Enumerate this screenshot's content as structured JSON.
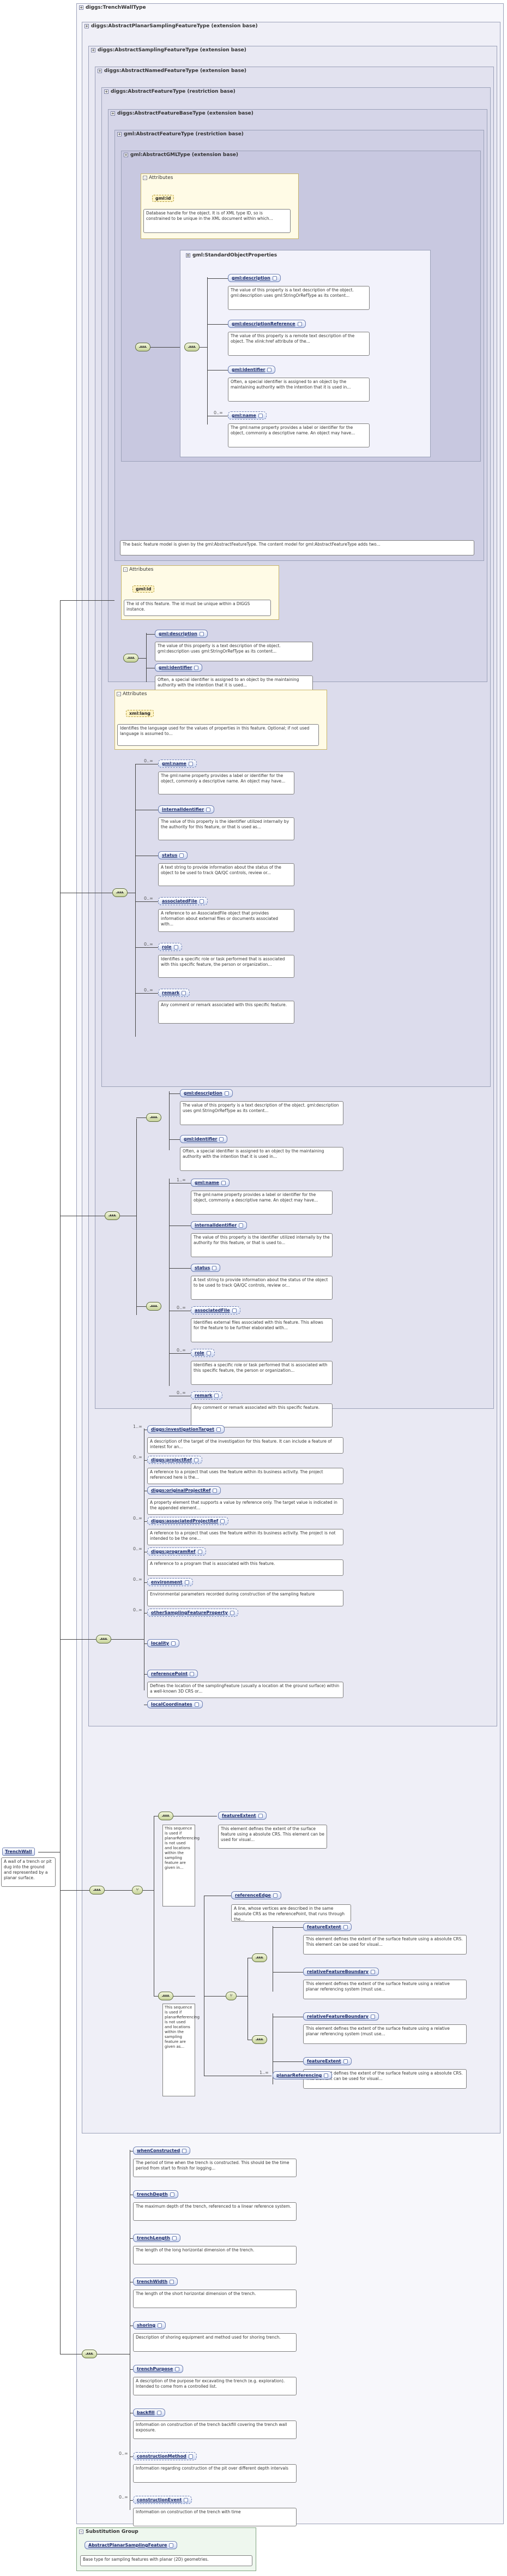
{
  "frames": {
    "trenchwall": "diggs:TrenchWallType",
    "sampling_feature": "diggs:AbstractPlanarSamplingFeatureType (extension base)",
    "sampling_feature_type": "diggs:AbstractSamplingFeatureType (extension base)",
    "named_feature": "diggs:AbstractNamedFeatureType (extension base)",
    "feature_type": "diggs:AbstractFeatureType (restriction base)",
    "feature_base": "diggs:AbstractFeatureBaseType (extension base)",
    "gml_feature": "gml:AbstractFeatureType (restriction base)",
    "gml_gml": "gml:AbstractGMLType (extension base)",
    "std_props": "gml:StandardObjectProperties"
  },
  "attributes_label": "Attributes",
  "root": {
    "name": "TrenchWall",
    "doc": "A wall of a trench or pit dug into the ground and represented by a planar surface."
  },
  "gml_attr": {
    "name": "gml:id",
    "doc": "Database handle for the object. It is of XML type ID, so is constrained to be unique in the XML document within which..."
  },
  "std": [
    {
      "name": "gml:description",
      "card": "",
      "doc": "The value of this property is a text description of the object. gml:description uses gml:StringOrRefType as its content..."
    },
    {
      "name": "gml:descriptionReference",
      "card": "",
      "doc": "The value of this property is a remote text description of the object. The xlink:href attribute of the..."
    },
    {
      "name": "gml:identifier",
      "card": "",
      "doc": "Often, a special identifier is assigned to an object by the maintaining authority with the intention that it is used in..."
    },
    {
      "name": "gml:name",
      "card": "0..∞",
      "doc": "The gml:name property provides a label or identifier for the object, commonly a descriptive name. An object may have..."
    }
  ],
  "feature_base_doc": "The basic feature model is given by the gml:AbstractFeatureType. The content model for gml:AbstractFeatureType adds two...",
  "fb_attr": {
    "name": "gml:id",
    "doc": "The id of this feature. The id must be unique within a DIGGS instance."
  },
  "fb_elems": [
    {
      "name": "gml:description",
      "doc": "The value of this property is a text description of the object. gml:description uses gml:StringOrRefType as its content..."
    },
    {
      "name": "gml:identifier",
      "doc": "Often, a special identifier is assigned to an object by the maintaining authority with the intention that it is used..."
    }
  ],
  "ft_attr": {
    "name": "xml:lang",
    "doc": "Identifies the language used for the values of properties in this feature. Optional; if not used language is assumed to..."
  },
  "ft_elems": [
    {
      "name": "gml:name",
      "card": "0..∞",
      "doc": "The gml:name property provides a label or identifier for the object, commonly a descriptive name. An object may have..."
    },
    {
      "name": "internalIdentifier",
      "card": "",
      "doc": "The value of this property is the identifier utilized internally by the authority for this feature, or that is used as..."
    },
    {
      "name": "status",
      "card": "",
      "doc": "A text string to provide information about the status of the object to be used to track QA/QC controls, review or..."
    },
    {
      "name": "associatedFile",
      "card": "0..∞",
      "doc": "A reference to an AssociatedFile object that provides information about external files or documents associated with..."
    },
    {
      "name": "role",
      "card": "0..∞",
      "doc": "Identifies a specific role or task performed that is associated with this specific feature, the person or organization..."
    },
    {
      "name": "remark",
      "card": "0..∞",
      "doc": "Any comment or remark associated with this specific feature."
    }
  ],
  "nf_elems": [
    {
      "name": "gml:description",
      "card": "",
      "doc": "The value of this property is a text description of the object. gml:description uses gml:StringOrRefType as its content..."
    },
    {
      "name": "gml:identifier",
      "card": "",
      "doc": "Often, a special identifier is assigned to an object by the maintaining authority with the intention that it is used in..."
    },
    {
      "name": "gml:name",
      "card": "1..∞",
      "doc": "The gml:name property provides a label or identifier for the object, commonly a descriptive name. An object may have..."
    },
    {
      "name": "internalIdentifier",
      "card": "",
      "doc": "The value of this property is the identifier utilized internally by the authority for this feature, or that is used to..."
    },
    {
      "name": "status",
      "card": "",
      "doc": "A text string to provide information about the status of the object to be used to track QA/QC controls, review or..."
    },
    {
      "name": "associatedFile",
      "card": "0..∞",
      "doc": "Identifies external files associated with this feature. This allows for the feature to be further elaborated with..."
    },
    {
      "name": "role",
      "card": "0..∞",
      "doc": "Identifies a specific role or task performed that is associated with this specific feature, the person or organization..."
    },
    {
      "name": "remark",
      "card": "0..∞",
      "doc": "Any comment or remark associated with this specific feature."
    }
  ],
  "sf_elems": [
    {
      "name": "diggs:investigationTarget",
      "card": "1..∞",
      "doc": "A description of the target of the investigation for this feature. It can include a feature of interest for an..."
    },
    {
      "name": "diggs:projectRef",
      "card": "0..∞",
      "doc": "A reference to a project that uses the feature within its business activity. The project referenced here is the..."
    },
    {
      "name": "diggs:originalProjectRef",
      "card": "",
      "doc": "A property element that supports a value by reference only. The target value is indicated in the appended element..."
    },
    {
      "name": "diggs:associatedProjectRef",
      "card": "0..∞",
      "doc": "A reference to a project that uses the feature within its business activity. The project is not intended to be the one..."
    },
    {
      "name": "diggs:programRef",
      "card": "0..∞",
      "doc": "A reference to a program that is associated with this feature."
    },
    {
      "name": "environment",
      "card": "0..∞",
      "doc": "Environmental parameters recorded during construction of the sampling feature"
    },
    {
      "name": "otherSamplingFeatureProperty",
      "card": "0..∞",
      "doc": ""
    },
    {
      "name": "locality",
      "card": "",
      "doc": ""
    },
    {
      "name": "referencePoint",
      "card": "",
      "doc": "Defines the location of the samplingFeature (usually a location at the ground surface) within a well-known 3D CRS or..."
    },
    {
      "name": "localCoordinates",
      "card": "",
      "doc": ""
    }
  ],
  "planar": {
    "seq1_doc": "This sequence is used if planarReferencing is not used and locations within the sampling feature are given in...",
    "seq2_doc": "This sequence is used if planarReferencing is not used and locations within the sampling feature are given as...",
    "featureExtent": {
      "name": "featureExtent",
      "doc": "This element defines the extent of the surface feature using a absolute CRS. This element can be used for visual..."
    },
    "referenceEdge": {
      "name": "referenceEdge",
      "doc": "A line, whose vertices are described in the same absolute CRS as the referencePoint, that runs through the..."
    },
    "choice_items": [
      {
        "name": "featureExtent",
        "doc": "This element defines the extent of the surface feature using a absolute CRS. This element can be used for visual..."
      },
      {
        "name": "relativeFeatureBoundary",
        "doc": "This element defines the extent of the surface feature using a relative planar referencing system (must use..."
      },
      {
        "name": "relativeFeatureBoundary",
        "doc": "This element defines the extent of the surface feature using a relative planar referencing system (must use..."
      },
      {
        "name": "featureExtent",
        "doc": "This element defines the extent of the surface feature using a absolute CRS. This element can be used for visual..."
      }
    ],
    "planarReferencing": {
      "name": "planarReferencing",
      "card": "1..∞"
    }
  },
  "trench_elems": [
    {
      "name": "whenConstructed",
      "card": "",
      "doc": "The period of time when the trench is constructed. This should be the time period from start to finish for logging..."
    },
    {
      "name": "trenchDepth",
      "card": "",
      "doc": "The maximum depth of the trench, referenced to a linear reference system."
    },
    {
      "name": "trenchLength",
      "card": "",
      "doc": "The length of the long horizontal dimension of the trench."
    },
    {
      "name": "trenchWidth",
      "card": "",
      "doc": "The length of the short horizontal dimension of the trench."
    },
    {
      "name": "shoring",
      "card": "",
      "doc": "Description of shoring equipment and method used for shoring trench."
    },
    {
      "name": "trenchPurpose",
      "card": "",
      "doc": "A description of the purpose for excavating the trench (e.g. exploration). Intended to come from a controlled list."
    },
    {
      "name": "backfill",
      "card": "",
      "doc": "Information on construction of the trench backfill covering the trench wall exposure."
    },
    {
      "name": "constructionMethod",
      "card": "0..∞",
      "doc": "Information regarding construction of the pit over different depth intervals"
    },
    {
      "name": "constructionEvent",
      "card": "0..∞",
      "doc": "Information on construction of the trench with time"
    }
  ],
  "substitution": {
    "title": "Substitution Group",
    "name": "AbstractPlanarSamplingFeature",
    "doc": "Base type for sampling features with planar (2D) geometries."
  }
}
